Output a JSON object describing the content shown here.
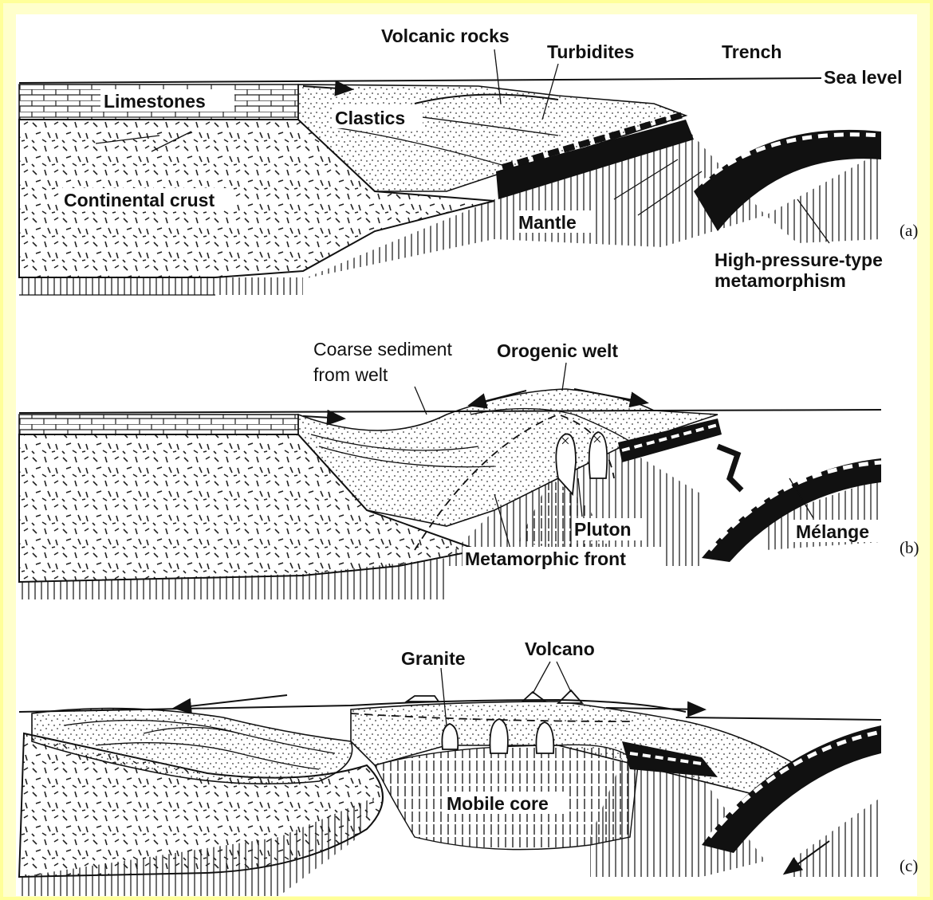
{
  "panels": [
    {
      "id": "a",
      "panel_label": "(a)",
      "labels": {
        "volcanic_rocks": "Volcanic rocks",
        "turbidites": "Turbidites",
        "trench": "Trench",
        "sea_level": "Sea level",
        "limestones": "Limestones",
        "clastics": "Clastics",
        "continental_crust": "Continental crust",
        "mantle": "Mantle",
        "hp_line1": "High-pressure-type",
        "hp_line2": "metamorphism"
      }
    },
    {
      "id": "b",
      "panel_label": "(b)",
      "labels": {
        "coarse_line1": "Coarse sediment",
        "coarse_line2": "from welt",
        "orogenic_welt": "Orogenic welt",
        "pluton": "Pluton",
        "melange": "Mélange",
        "metamorphic_front": "Metamorphic front"
      }
    },
    {
      "id": "c",
      "panel_label": "(c)",
      "labels": {
        "granite": "Granite",
        "volcano": "Volcano",
        "mobile_core": "Mobile core"
      }
    }
  ],
  "colors": {
    "background": "#ffffcc",
    "border": "#ffff99",
    "ink": "#111111",
    "paper": "#ffffff"
  }
}
